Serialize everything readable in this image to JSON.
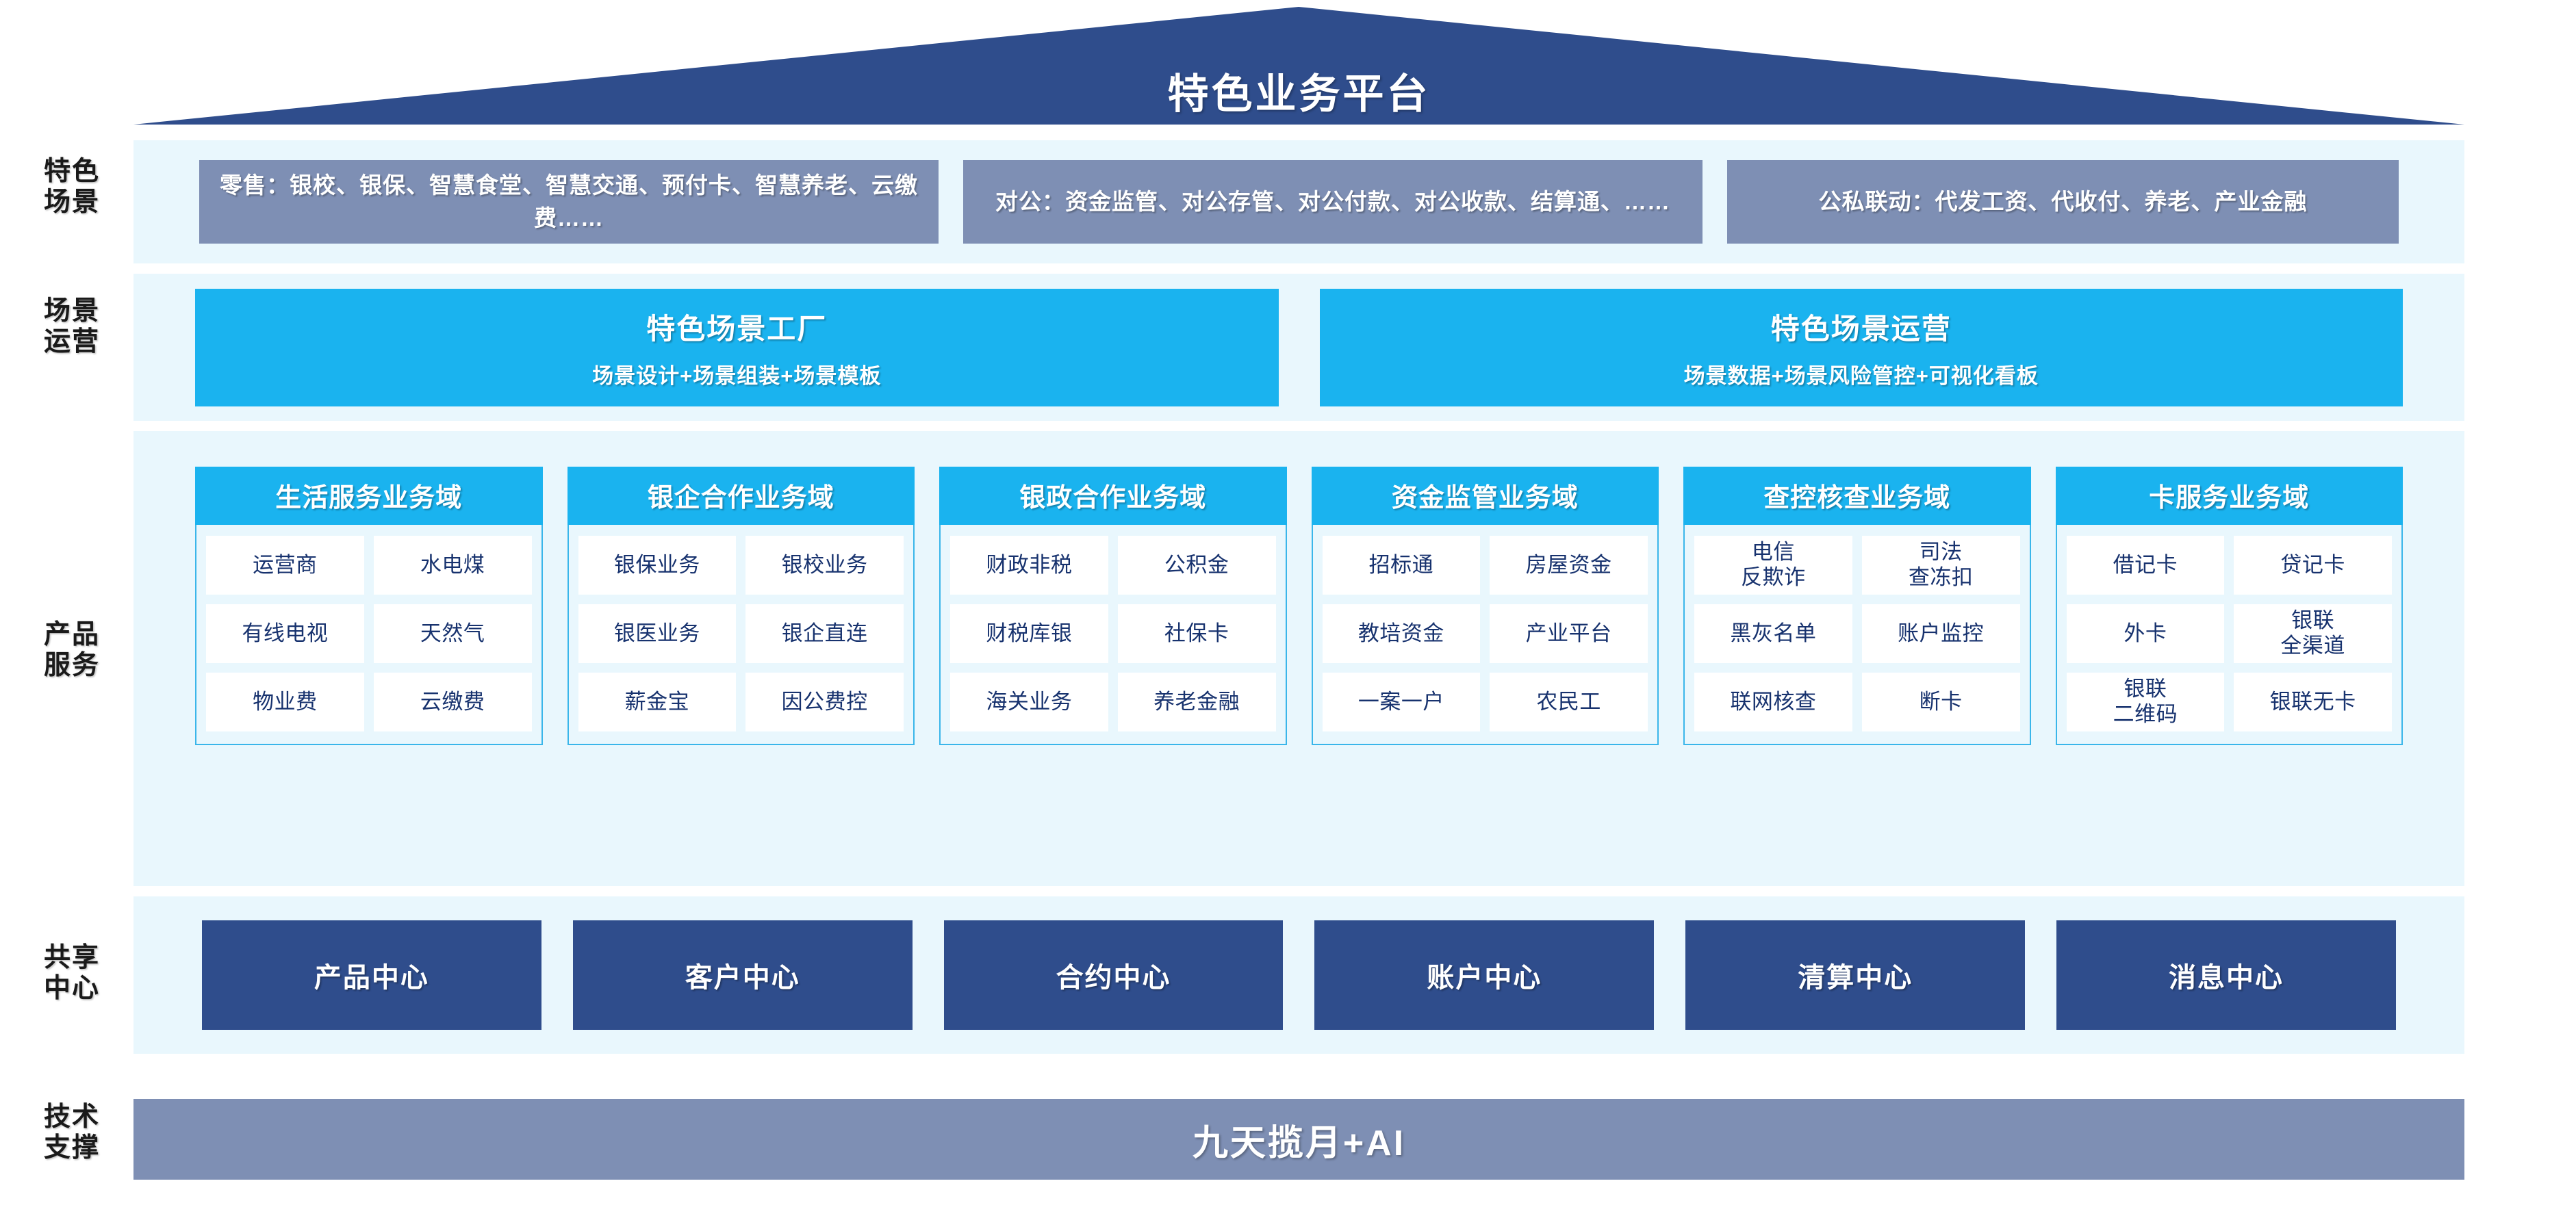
{
  "header": {
    "title": "特色业务平台"
  },
  "rail": {
    "labels": [
      {
        "line1": "特色",
        "line2": "场景"
      },
      {
        "line1": "场景",
        "line2": "运营"
      },
      {
        "line1": "产品",
        "line2": "服务"
      },
      {
        "line1": "共享",
        "line2": "中心"
      },
      {
        "line1": "技术",
        "line2": "支撑"
      }
    ]
  },
  "scenarios": [
    {
      "text": "零售：银校、银保、智慧食堂、智慧交通、预付卡、智慧养老、云缴费……"
    },
    {
      "text": "对公：资金监管、对公存管、对公付款、对公收款、结算通、……"
    },
    {
      "text": "公私联动：代发工资、代收付、养老、产业金融"
    }
  ],
  "operations": [
    {
      "title": "特色场景工厂",
      "subtitle": "场景设计+场景组装+场景模板"
    },
    {
      "title": "特色场景运营",
      "subtitle": "场景数据+场景风险管控+可视化看板"
    }
  ],
  "product_domains": [
    {
      "title": "生活服务业务域",
      "items": [
        "运营商",
        "水电煤",
        "有线电视",
        "天然气",
        "物业费",
        "云缴费"
      ]
    },
    {
      "title": "银企合作业务域",
      "items": [
        "银保业务",
        "银校业务",
        "银医业务",
        "银企直连",
        "薪金宝",
        "因公费控"
      ]
    },
    {
      "title": "银政合作业务域",
      "items": [
        "财政非税",
        "公积金",
        "财税库银",
        "社保卡",
        "海关业务",
        "养老金融"
      ]
    },
    {
      "title": "资金监管业务域",
      "items": [
        "招标通",
        "房屋资金",
        "教培资金",
        "产业平台",
        "一案一户",
        "农民工"
      ]
    },
    {
      "title": "查控核查业务域",
      "items": [
        "电信\n反欺诈",
        "司法\n查冻扣",
        "黑灰名单",
        "账户监控",
        "联网核查",
        "断卡"
      ]
    },
    {
      "title": "卡服务业务域",
      "items": [
        "借记卡",
        "贷记卡",
        "外卡",
        "银联\n全渠道",
        "银联\n二维码",
        "银联无卡"
      ]
    }
  ],
  "shared_centers": [
    {
      "label": "产品中心"
    },
    {
      "label": "客户中心"
    },
    {
      "label": "合约中心"
    },
    {
      "label": "账户中心"
    },
    {
      "label": "清算中心"
    },
    {
      "label": "消息中心"
    }
  ],
  "tech_support": {
    "label": "九天揽月+AI"
  },
  "colors": {
    "roof_navy": "#2f4d8c",
    "band_light": "#e9f7fd",
    "scenario_gray_blue": "#7e8fb4",
    "accent_cyan": "#1ab3ef",
    "center_navy": "#2f4d8c",
    "tech_gray_blue": "#7e8fb4",
    "cell_text_navy": "#17326e"
  }
}
